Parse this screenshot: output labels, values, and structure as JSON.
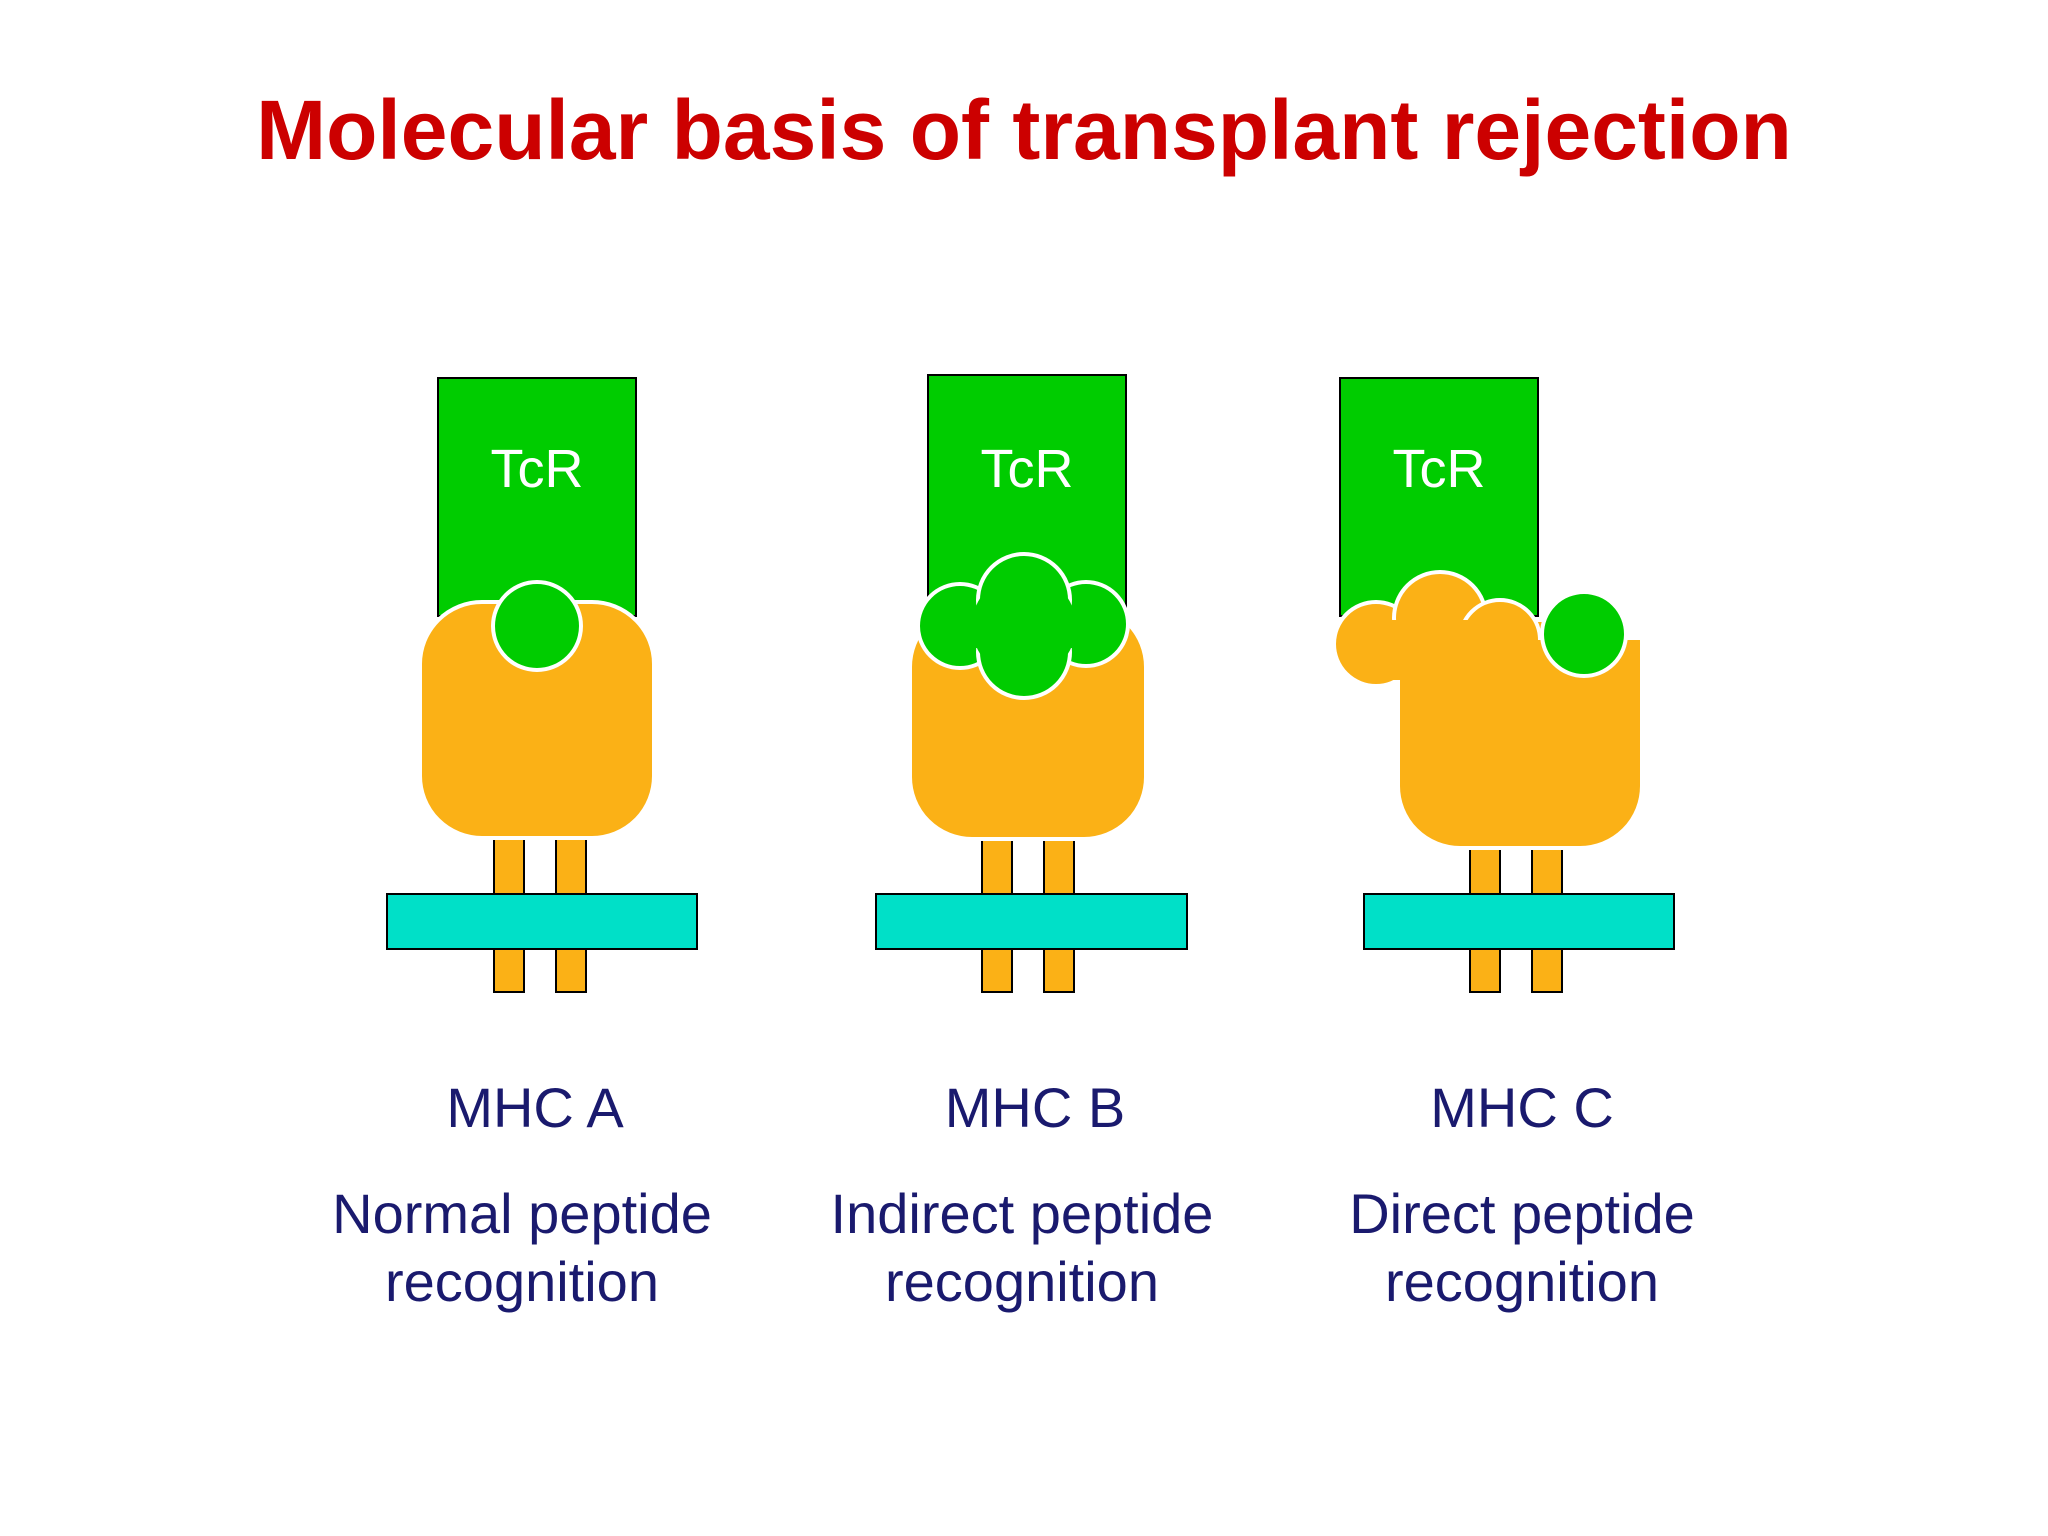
{
  "title": "Molecular basis of transplant rejection",
  "colors": {
    "title": "#cc0000",
    "tcr": "#00cc00",
    "mhc": "#fbb116",
    "membrane": "#00e0c8",
    "label": "#1a1a6e",
    "tcr_text": "#ffffff"
  },
  "panels": [
    {
      "tcr_label": "TcR",
      "mhc_label": "MHC A",
      "description_line1": "Normal peptide",
      "description_line2": "recognition"
    },
    {
      "tcr_label": "TcR",
      "mhc_label": "MHC B",
      "description_line1": "Indirect peptide",
      "description_line2": "recognition"
    },
    {
      "tcr_label": "TcR",
      "mhc_label": "MHC C",
      "description_line1": "Direct peptide",
      "description_line2": "recognition"
    }
  ]
}
